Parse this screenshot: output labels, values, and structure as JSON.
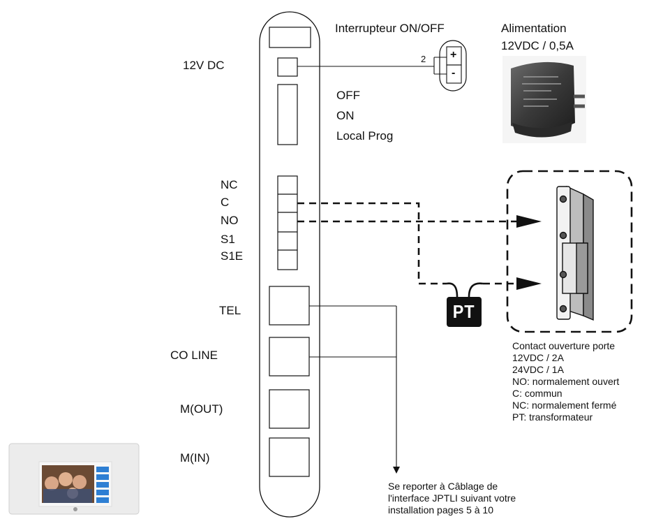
{
  "left_labels": {
    "dc": "12V DC",
    "nc": "NC",
    "c": "C",
    "no": "NO",
    "s1": "S1",
    "s1e": "S1E",
    "tel": "TEL",
    "co_line": "CO LINE",
    "m_out": "M(OUT)",
    "m_in": "M(IN)"
  },
  "mode_switch": [
    "OFF",
    "ON",
    "Local Prog"
  ],
  "power_switch": {
    "title": "Interrupteur ON/OFF",
    "pin": "2",
    "plus": "+",
    "minus": "-"
  },
  "power_supply": {
    "line1": "Alimentation",
    "line2": "12VDC / 0,5A"
  },
  "transformer_label": "PT",
  "door_contact_notes": [
    "Contact ouverture porte",
    "12VDC / 2A",
    "24VDC / 1A",
    "NO: normalement ouvert",
    "C: commun",
    "NC: normalement fermé",
    "PT: transformateur"
  ],
  "wiring_note": [
    "Se reporter à Câblage de",
    "l'interface JPTLI suivant votre",
    "installation pages 5 à 10"
  ],
  "colors": {
    "line": "#111111",
    "transformer_bg": "#111111",
    "monitor_buttons": "#2e7fd3"
  }
}
